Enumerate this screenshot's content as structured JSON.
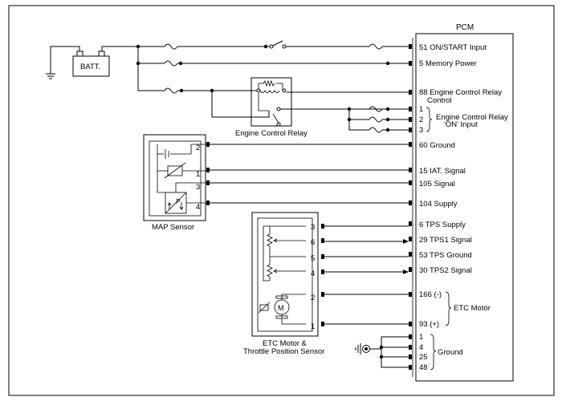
{
  "pcm": {
    "title": "PCM",
    "pins": {
      "on_start": "51 ON/START Input",
      "memory": "5 Memory Power",
      "ecr_control_1": "88 Engine Control Relay",
      "ecr_control_2": "Control",
      "ground60": "60 Ground",
      "iat": "15 IAT. Signal",
      "p105": "105 Signal",
      "supply104": "104 Supply",
      "tps_supply": "6 TPS Supply",
      "tps1": "29 TPS1 Signal",
      "tps_ground": "53 TPS Ground",
      "tps2": "30 TPS2 Signal",
      "etc_minus": "166 (-)",
      "etc_plus": "93 (+)",
      "ecr_in_1": "1",
      "ecr_in_2": "2",
      "ecr_in_3": "3",
      "gnd_1": "1",
      "gnd_4": "4",
      "gnd_25": "25",
      "gnd_48": "48"
    },
    "groups": {
      "ecr_on_input_1": "Engine Control Relay",
      "ecr_on_input_2": "'ON' Input",
      "etc_motor": "ETC Motor",
      "ground": "Ground"
    }
  },
  "battery": {
    "label": "BATT."
  },
  "relay": {
    "label": "Engine Control Relay"
  },
  "map_sensor": {
    "label": "MAP Sensor",
    "pins": [
      "2",
      "1",
      "3",
      "4"
    ]
  },
  "etc": {
    "label_1": "ETC Motor &",
    "label_2": "Throttle Position Sensor",
    "pins": [
      "3",
      "6",
      "5",
      "4",
      "2",
      "1"
    ],
    "motor_symbol": "M",
    "map_p_symbol": "P"
  }
}
